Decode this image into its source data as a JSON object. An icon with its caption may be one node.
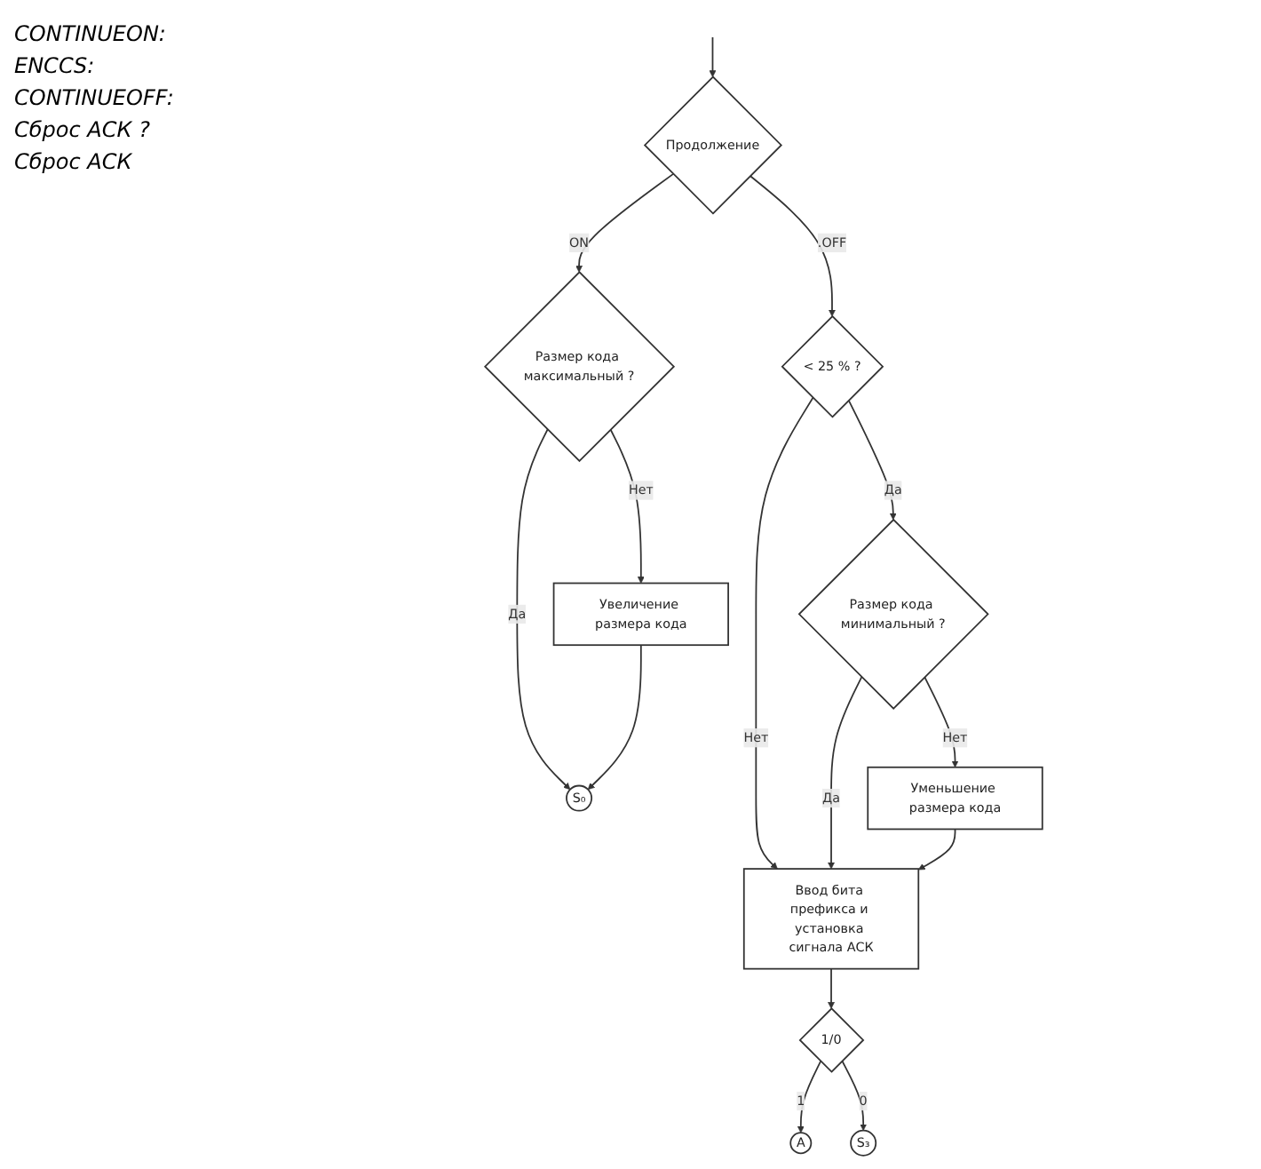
{
  "diagram": {
    "nodes": [
      {
        "text": [
          "Продолжение"
        ]
      },
      {
        "text": [
          "Размер кода максимальный ?"
        ]
      },
      {
        "text": [
          "Увеличение размера кода"
        ]
      },
      {
        "text": [
          "S₀"
        ]
      },
      {
        "text": [
          "< 25 % ?"
        ]
      },
      {
        "text": [
          "Размер кода минимальный ?"
        ]
      },
      {
        "text": [
          "Уменьшение размера кода"
        ]
      },
      {
        "text": [
          "Ввод бита префикса и установка сигнала АСК"
        ]
      },
      {
        "text": [
          "1/0"
        ]
      },
      {
        "text": [
          "A"
        ]
      },
      {
        "text": [
          "S₃"
        ]
      }
    ],
    "edges": [
      {
        "from": null,
        "to": 0,
        "arrow": "to"
      },
      {
        "from": 0,
        "to": 1,
        "arrow": "to",
        "label": "ON"
      },
      {
        "from": 0,
        "to": 4,
        "arrow": "to",
        "label": ".OFF"
      },
      {
        "from": 1,
        "to": 2,
        "arrow": "to",
        "label": "Нет"
      },
      {
        "from": 1,
        "to": 3,
        "arrow": "to",
        "label": "Да"
      },
      {
        "from": 2,
        "to": 3,
        "arrow": "to"
      },
      {
        "from": 4,
        "to": 7,
        "arrow": "to",
        "label": "Нет"
      },
      {
        "from": 4,
        "to": 5,
        "arrow": "to",
        "label": "Да"
      },
      {
        "from": 5,
        "to": 6,
        "arrow": "to",
        "label": "Нет"
      },
      {
        "from": 5,
        "to": 7,
        "arrow": "to",
        "label": "Да"
      },
      {
        "from": 6,
        "to": 7,
        "arrow": "to"
      },
      {
        "from": 7,
        "to": 8,
        "arrow": "to"
      },
      {
        "from": 8,
        "to": 9,
        "arrow": "to",
        "label": "1"
      },
      {
        "from": 8,
        "to": 10,
        "arrow": "to",
        "label": "0"
      }
    ],
    "labels": [
      "CONTINUEON:",
      "ENCCS:",
      "CONTINUEOFF:",
      "Сброс АСК ?",
      "Сброс АСК"
    ]
  }
}
